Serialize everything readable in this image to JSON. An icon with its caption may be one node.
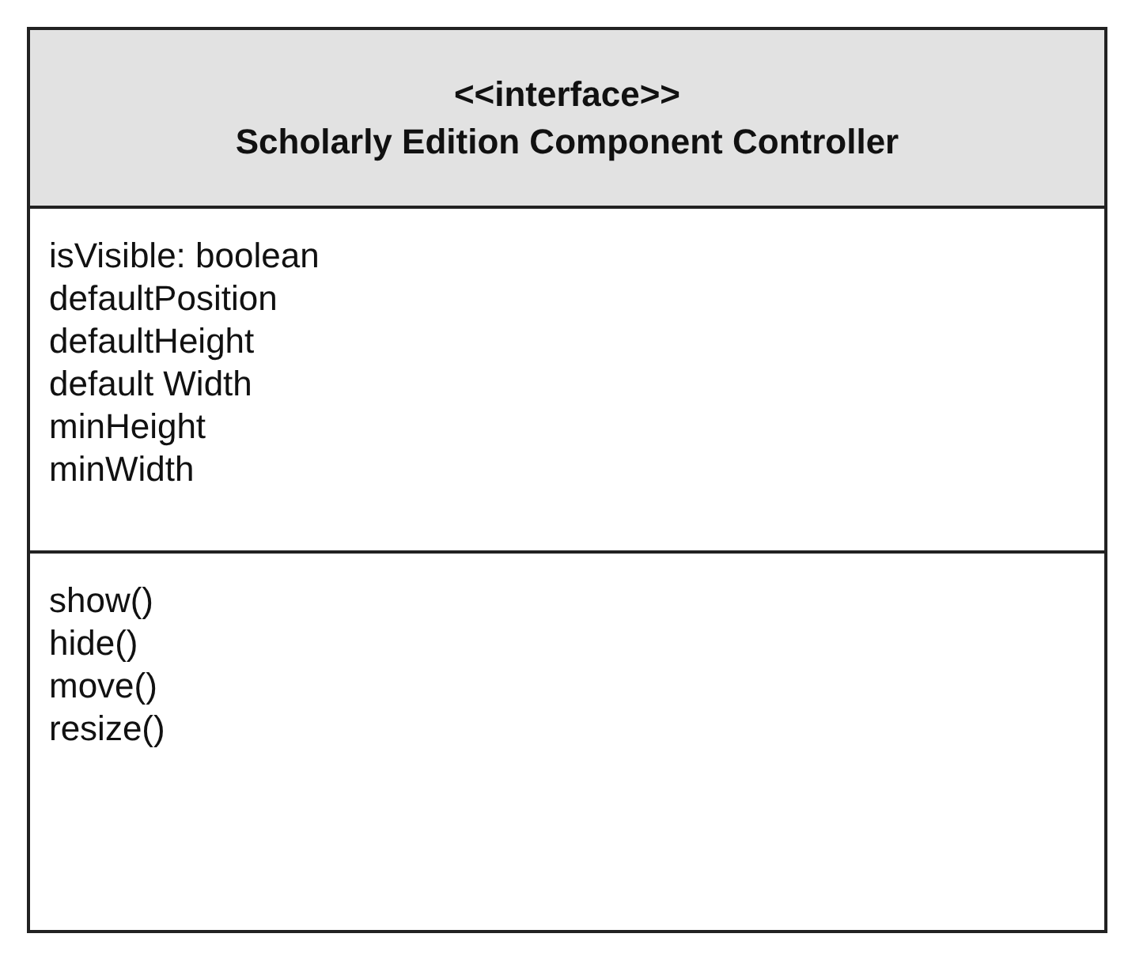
{
  "diagram": {
    "nodes": [
      {
        "text": [
          "<<interface>>",
          "Scholarly Edition Component Controller"
        ]
      },
      {
        "text": [
          "isVisible: boolean",
          "defaultPosition",
          "defaultHeight",
          "default Width",
          "minHeight",
          "minWidth"
        ],
        "in": 0
      },
      {
        "text": [
          "show()",
          "hide()",
          "move()",
          "resize()"
        ],
        "in": 0
      }
    ]
  }
}
